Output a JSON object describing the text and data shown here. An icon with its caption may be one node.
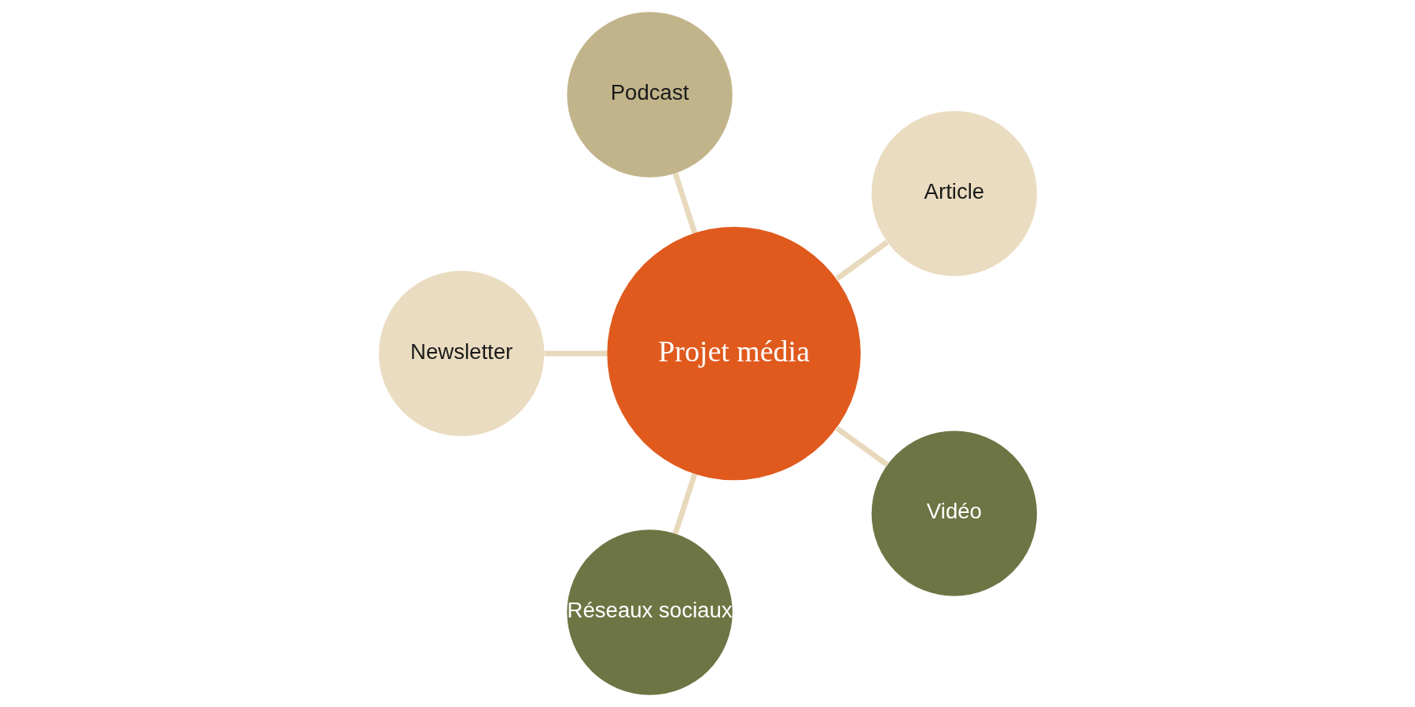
{
  "diagram": {
    "nodes": [
      {
        "text": [
          "Projet média"
        ]
      },
      {
        "text": [
          "Article"
        ]
      },
      {
        "text": [
          "Podcast"
        ]
      },
      {
        "text": [
          "Newsletter"
        ]
      },
      {
        "text": [
          "Réseaux sociaux"
        ]
      },
      {
        "text": [
          "Vidéo"
        ]
      }
    ],
    "edges": [
      {
        "from": 0,
        "to": 1,
        "arrow": "none"
      },
      {
        "from": 0,
        "to": 2,
        "arrow": "none"
      },
      {
        "from": 0,
        "to": 3,
        "arrow": "none"
      },
      {
        "from": 0,
        "to": 4,
        "arrow": "none"
      },
      {
        "from": 0,
        "to": 5,
        "arrow": "none"
      }
    ]
  }
}
